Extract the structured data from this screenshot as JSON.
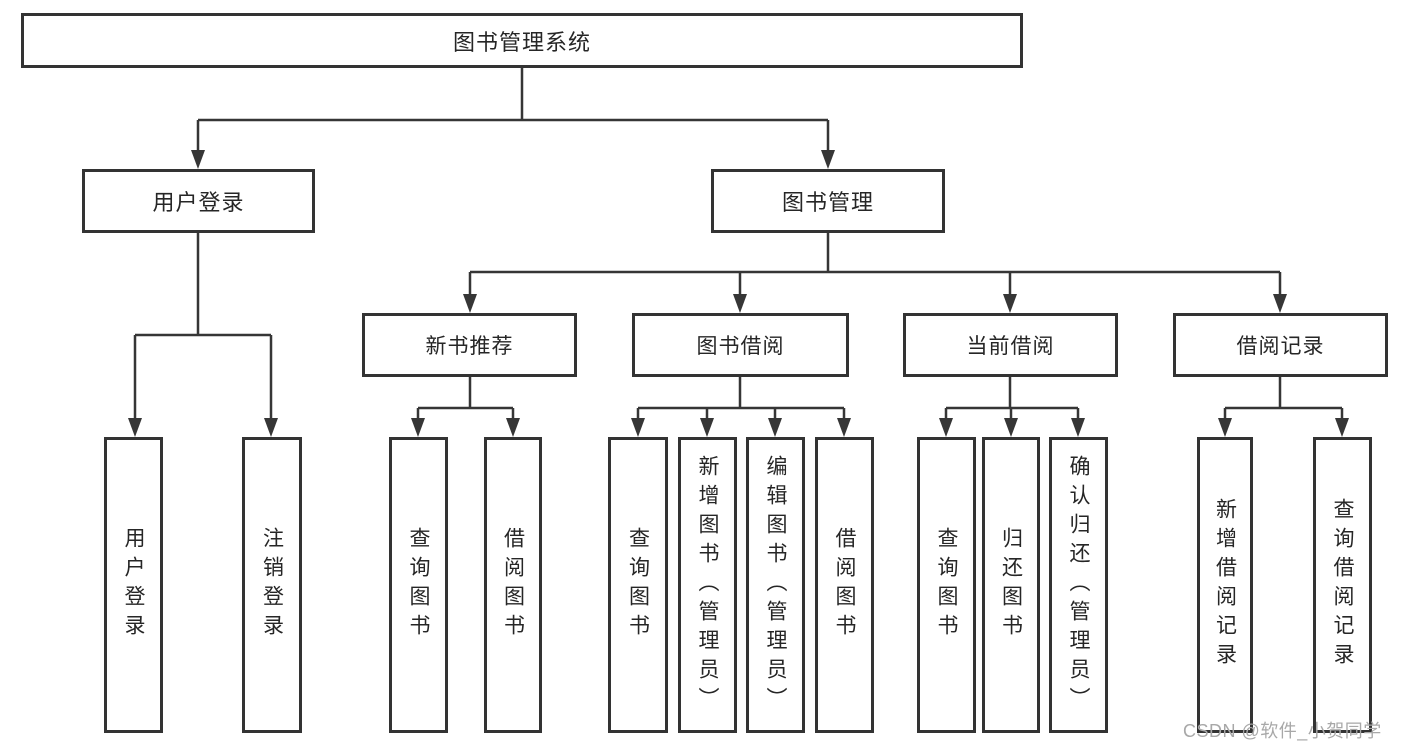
{
  "tree": {
    "label": "图书管理系统",
    "children": [
      {
        "label": "用户登录",
        "children": [
          {
            "label": "用户登录"
          },
          {
            "label": "注销登录"
          }
        ]
      },
      {
        "label": "图书管理",
        "children": [
          {
            "label": "新书推荐",
            "children": [
              {
                "label": "查询图书"
              },
              {
                "label": "借阅图书"
              }
            ]
          },
          {
            "label": "图书借阅",
            "children": [
              {
                "label": "查询图书"
              },
              {
                "label": "新增图书（管理员）"
              },
              {
                "label": "编辑图书（管理员）"
              },
              {
                "label": "借阅图书"
              }
            ]
          },
          {
            "label": "当前借阅",
            "children": [
              {
                "label": "查询图书"
              },
              {
                "label": "归还图书"
              },
              {
                "label": "确认归还（管理员）"
              }
            ]
          },
          {
            "label": "借阅记录",
            "children": [
              {
                "label": "新增借阅记录"
              },
              {
                "label": "查询借阅记录"
              }
            ]
          }
        ]
      }
    ]
  },
  "watermark": {
    "text": "CSDN @软件_小贺同学"
  },
  "colors": {
    "line": "#363636",
    "border": "#333333",
    "watermark": "#a8a8a8"
  }
}
